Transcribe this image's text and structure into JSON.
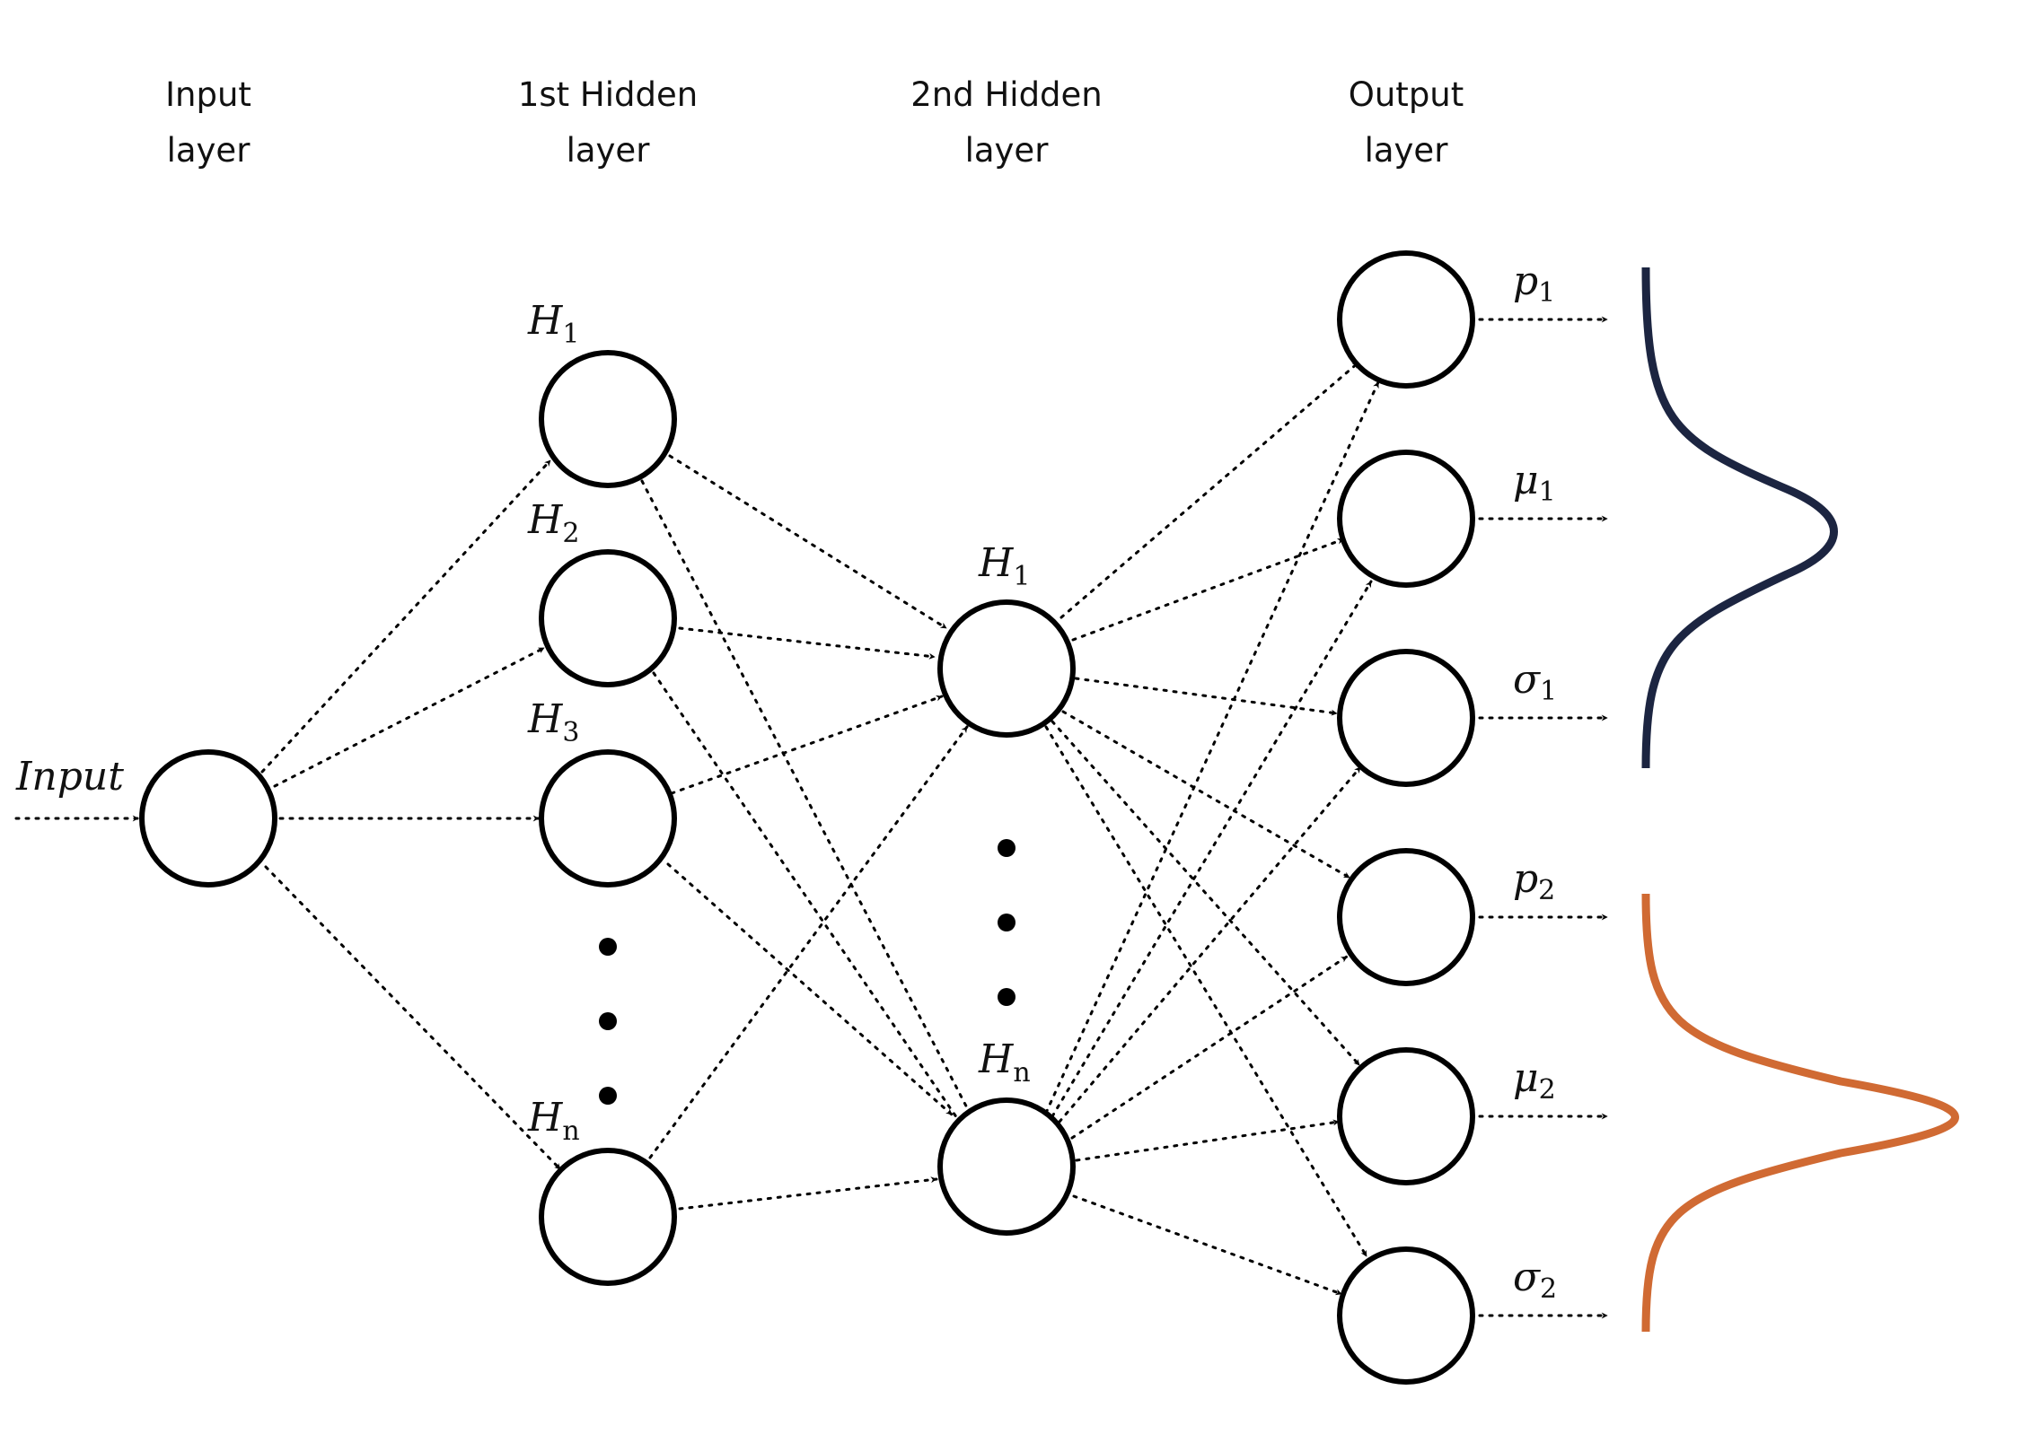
{
  "layers": [
    {
      "id": "input",
      "title_line1": "Input",
      "title_line2": "layer"
    },
    {
      "id": "hidden1",
      "title_line1": "1st Hidden",
      "title_line2": "layer"
    },
    {
      "id": "hidden2",
      "title_line1": "2nd Hidden",
      "title_line2": "layer"
    },
    {
      "id": "output",
      "title_line1": "Output",
      "title_line2": "layer"
    }
  ],
  "input_label": "Input",
  "hidden1_labels": [
    {
      "base": "H",
      "sub": "1"
    },
    {
      "base": "H",
      "sub": "2"
    },
    {
      "base": "H",
      "sub": "3"
    },
    {
      "base": "H",
      "sub": "n"
    }
  ],
  "hidden2_labels": [
    {
      "base": "H",
      "sub": "1"
    },
    {
      "base": "H",
      "sub": "n"
    }
  ],
  "output_labels": [
    {
      "base": "p",
      "sub": "1"
    },
    {
      "base": "μ",
      "sub": "1"
    },
    {
      "base": "σ",
      "sub": "1"
    },
    {
      "base": "p",
      "sub": "2"
    },
    {
      "base": "μ",
      "sub": "2"
    },
    {
      "base": "σ",
      "sub": "2"
    }
  ],
  "distributions": [
    {
      "name": "",
      "color": "#1c2541"
    },
    {
      "name": "",
      "color": "#d06a33"
    }
  ]
}
